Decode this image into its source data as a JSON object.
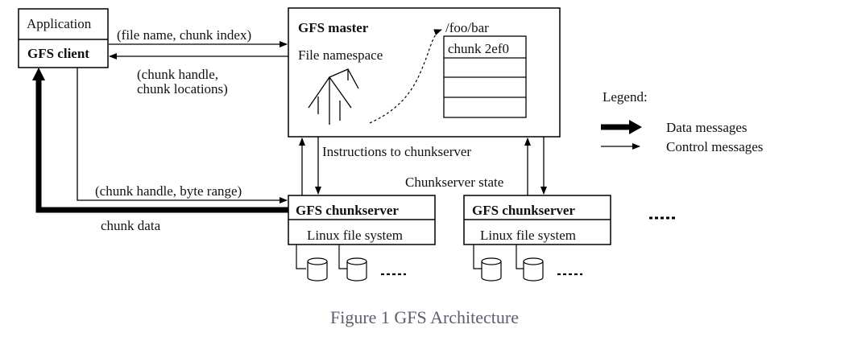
{
  "diagram": {
    "client": {
      "app_label": "Application",
      "client_label": "GFS client"
    },
    "master": {
      "title": "GFS master",
      "namespace_label": "File namespace",
      "path": "/foo/bar",
      "chunk_label": "chunk 2ef0"
    },
    "messages": {
      "request": "(file name, chunk index)",
      "reply_line1": "(chunk handle,",
      "reply_line2": "chunk locations)",
      "instructions": "Instructions to chunkserver",
      "state": "Chunkserver state",
      "data_request": "(chunk handle, byte range)",
      "chunk_data": "chunk data"
    },
    "chunkservers": [
      {
        "title": "GFS chunkserver",
        "fs_label": "Linux file system"
      },
      {
        "title": "GFS chunkserver",
        "fs_label": "Linux file system"
      }
    ],
    "legend": {
      "title": "Legend:",
      "items": [
        {
          "label": "Data messages",
          "style": "thick-arrow"
        },
        {
          "label": "Control messages",
          "style": "thin-arrow"
        }
      ]
    },
    "caption": "Figure 1 GFS Architecture",
    "colors": {
      "line": "#000000",
      "caption": "#5a5f6e",
      "background": "#ffffff"
    }
  }
}
